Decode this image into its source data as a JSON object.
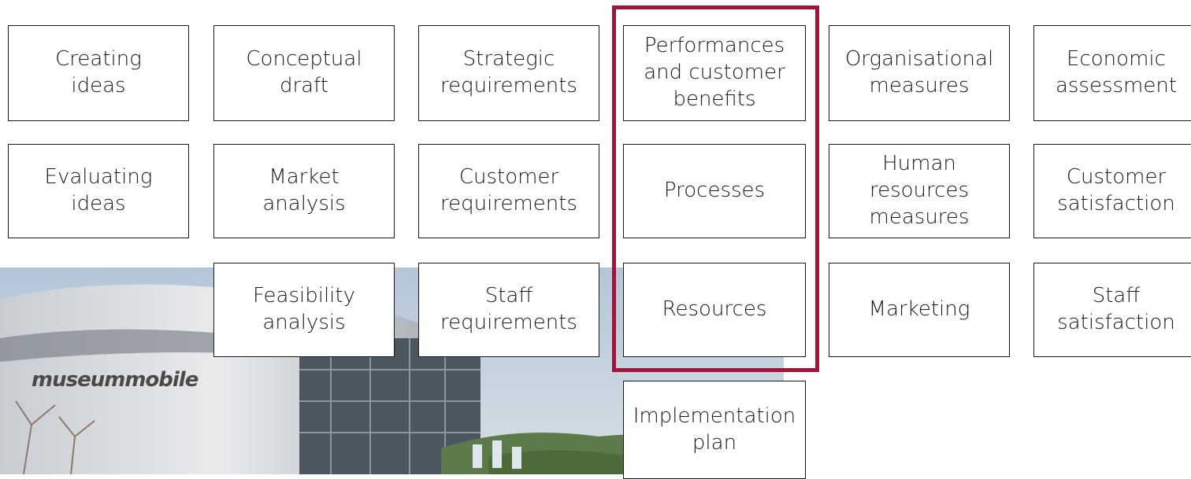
{
  "boxes": {
    "creating_ideas": "Creating\nideas",
    "conceptual_draft": "Conceptual\ndraft",
    "strategic_requirements": "Strategic\nrequirements",
    "performances": "Performances\nand customer\nbenefits",
    "organisational_measures": "Organisational\nmeasures",
    "economic_assessment": "Economic\nassessment",
    "evaluating_ideas": "Evaluating\nideas",
    "market_analysis": "Market\nanalysis",
    "customer_requirements": "Customer\nrequirements",
    "processes": "Processes",
    "human_resources_measures": "Human resources\nmeasures",
    "customer_satisfaction": "Customer\nsatisfaction",
    "feasibility_analysis": "Feasibility\nanalysis",
    "staff_requirements": "Staff\nrequirements",
    "resources": "Resources",
    "marketing": "Marketing",
    "staff_satisfaction": "Staff\nsatisfaction",
    "implementation_plan": "Implementation\nplan"
  },
  "photo": {
    "sign_text": "museummobile"
  },
  "colors": {
    "highlight": "#a31538",
    "box_border": "#1a1a1a"
  }
}
